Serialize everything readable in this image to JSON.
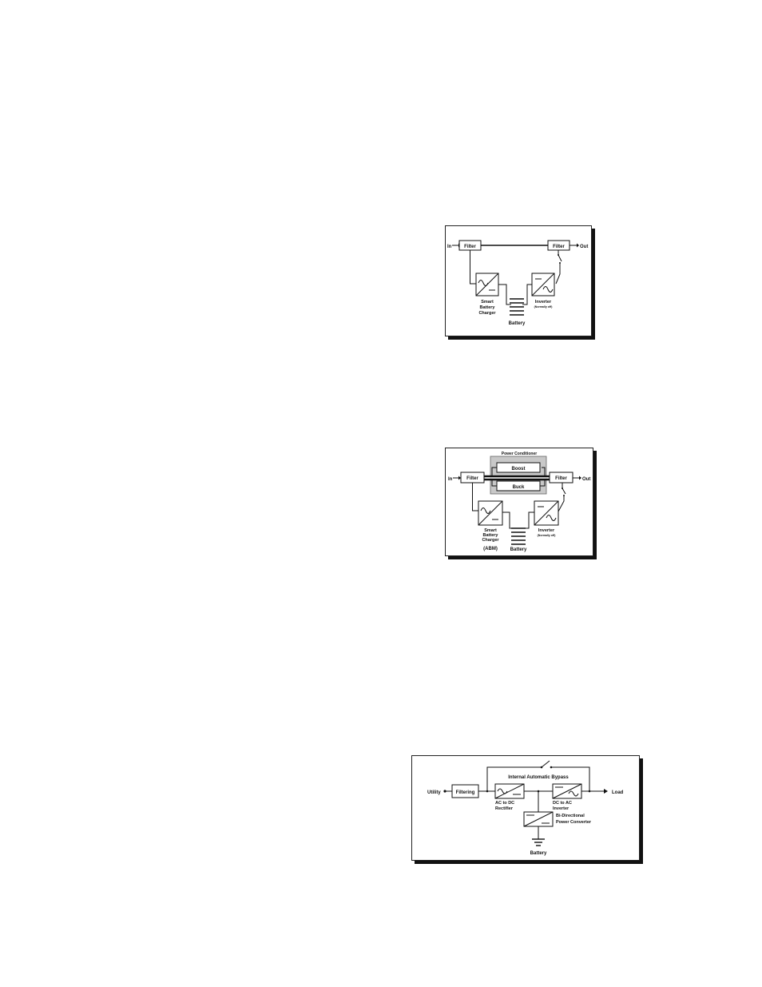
{
  "diagrams": [
    {
      "labels": {
        "in": "In",
        "out": "Out",
        "filter_in": "Filter",
        "filter_out": "Filter",
        "charger": [
          "Smart",
          "Battery",
          "Charger"
        ],
        "inverter": "Inverter",
        "inverter_note": "(Normally off)",
        "battery": "Battery"
      }
    },
    {
      "labels": {
        "in": "In",
        "out": "Out",
        "filter_in": "Filter",
        "filter_out": "Filter",
        "conditioner_title": "Power Conditioner",
        "boost": "Boost",
        "buck": "Buck",
        "charger": [
          "Smart",
          "Battery",
          "Charger",
          "(ABM)"
        ],
        "inverter": "Inverter",
        "inverter_note": "(Normally off)",
        "battery": "Battery"
      }
    },
    {
      "labels": {
        "utility": "Utility",
        "filtering": "Filtering",
        "bypass": "Internal Automatic Bypass",
        "rectifier": [
          "AC to DC",
          "Rectifier"
        ],
        "inverter": [
          "DC to AC",
          "Inverter"
        ],
        "converter": [
          "Bi-Directional",
          "Power Converter"
        ],
        "battery": "Battery",
        "load": "Load"
      }
    }
  ]
}
